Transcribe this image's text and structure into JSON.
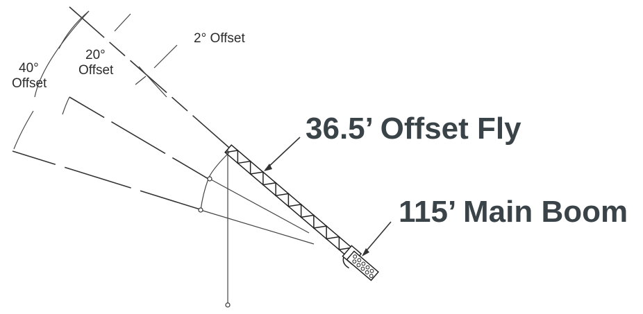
{
  "labels": {
    "offset_2": "2° Offset",
    "offset_20_num": "20°",
    "offset_20_word": "Offset",
    "offset_40_num": "40°",
    "offset_40_word": "Offset",
    "fly": "36.5’ Offset  Fly",
    "main_boom": "115’ Main Boom"
  },
  "colors": {
    "label_text": "#3a4347",
    "line": "#333333"
  }
}
